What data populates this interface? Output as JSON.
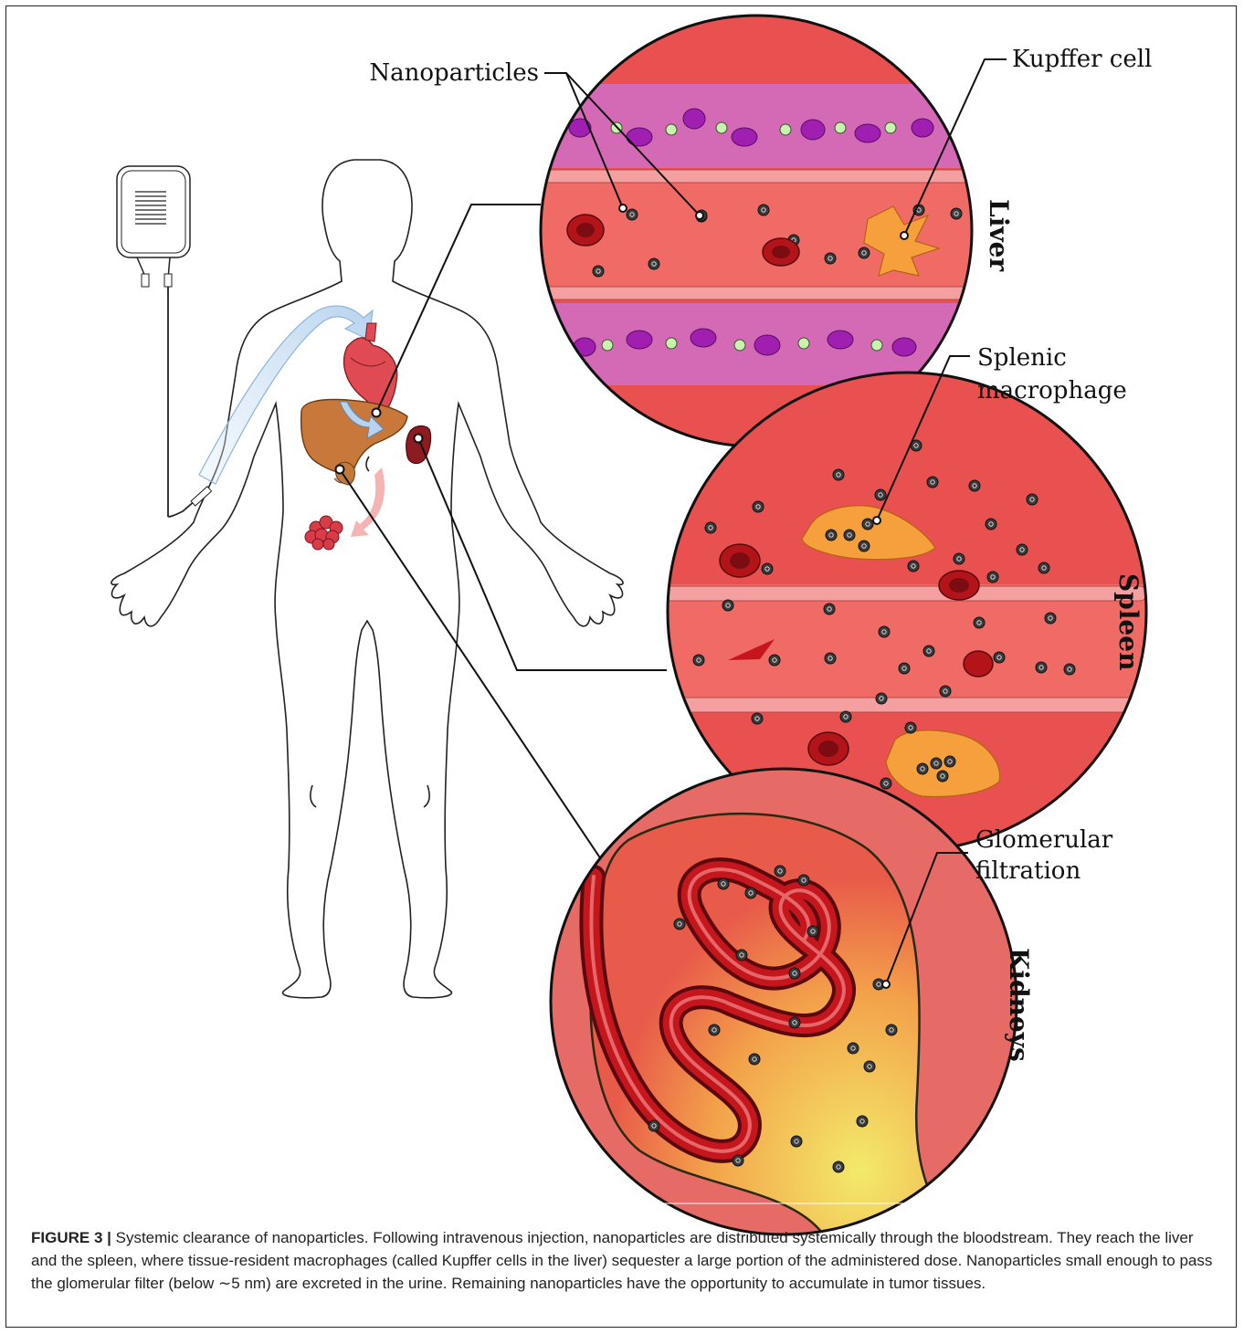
{
  "labels": {
    "nanoparticles": "Nanoparticles",
    "kupffer": "Kupffer cell",
    "splenic_1": "Splenic",
    "splenic_2": "macrophage",
    "glomerular_1": "Glomerular",
    "glomerular_2": "filtration",
    "liver": "Liver",
    "spleen": "Spleen",
    "kidneys": "Kidneys"
  },
  "caption": {
    "figure_label": "FIGURE 3 |",
    "text": "Systemic clearance of nanoparticles. Following intravenous injection, nanoparticles are distributed systemically through the bloodstream. They reach the liver and the spleen, where tissue-resident macrophages (called Kupffer cells in the liver) sequester a large portion of the administered dose. Nanoparticles small enough to pass the glomerular filter (below ∼5 nm) are excreted in the urine. Remaining nanoparticles have the opportunity to accumulate in tumor tissues."
  },
  "colors": {
    "tissue": "#e8514f",
    "vessel": "#f06a66",
    "hepatocyte": "#d36ab8",
    "nucleus": "#a020b0",
    "rbc": "#b3141a",
    "macrophage": "#f5a03c",
    "nanoparticle": "#3a3a3a",
    "kidney_tube": "#c4161c",
    "filtrate": "#f3ea6a"
  }
}
